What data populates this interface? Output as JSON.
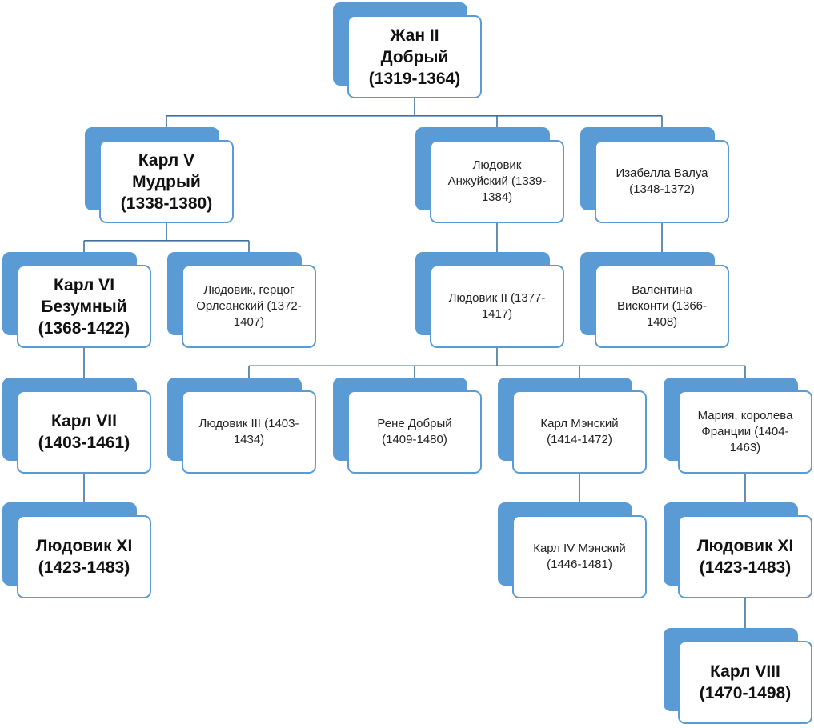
{
  "diagram": {
    "colors": {
      "box_fill": "#5b9bd5",
      "box_border": "#5b9bd5",
      "connector": "#41719c",
      "card_fill": "#ffffff"
    },
    "nodes": [
      {
        "id": "jean-ii",
        "label": "Жан II\nДобрый\n(1319-1364)",
        "style": "bold"
      },
      {
        "id": "charles-v",
        "label": "Карл V\nМудрый\n(1338-1380)",
        "style": "bold"
      },
      {
        "id": "louis-anjou",
        "label": "Людовик\nАнжуйский (1339-\n1384)",
        "style": "small"
      },
      {
        "id": "isabelle-valois",
        "label": "Изабелла Валуа\n(1348-1372)",
        "style": "small"
      },
      {
        "id": "charles-vi",
        "label": "Карл VI\nБезумный\n(1368-1422)",
        "style": "bold"
      },
      {
        "id": "louis-orleans",
        "label": "Людовик, герцог\nОрлеанский (1372-\n1407)",
        "style": "small"
      },
      {
        "id": "louis-ii",
        "label": "Людовик II (1377-\n1417)",
        "style": "small"
      },
      {
        "id": "valentina-visconti",
        "label": "Валентина\nВисконти (1366-\n1408)",
        "style": "small"
      },
      {
        "id": "charles-vii",
        "label": "Карл VII\n(1403-1461)",
        "style": "bold"
      },
      {
        "id": "louis-iii",
        "label": "Людовик III (1403-\n1434)",
        "style": "small"
      },
      {
        "id": "rene",
        "label": "Рене Добрый\n(1409-1480)",
        "style": "small"
      },
      {
        "id": "charles-maine",
        "label": "Карл Мэнский\n(1414-1472)",
        "style": "small"
      },
      {
        "id": "marie-anjou",
        "label": "Мария, королева\nФранции (1404-\n1463)",
        "style": "small"
      },
      {
        "id": "louis-xi-left",
        "label": "Людовик XI\n(1423-1483)",
        "style": "bold"
      },
      {
        "id": "charles-iv-maine",
        "label": "Карл IV Мэнский\n(1446-1481)",
        "style": "small"
      },
      {
        "id": "louis-xi-right",
        "label": "Людовик XI\n(1423-1483)",
        "style": "bold"
      },
      {
        "id": "charles-viii",
        "label": "Карл VIII\n(1470-1498)",
        "style": "bold"
      }
    ],
    "edges": [
      {
        "from": "jean-ii",
        "to": "charles-v"
      },
      {
        "from": "jean-ii",
        "to": "louis-anjou"
      },
      {
        "from": "jean-ii",
        "to": "isabelle-valois"
      },
      {
        "from": "charles-v",
        "to": "charles-vi"
      },
      {
        "from": "charles-v",
        "to": "louis-orleans"
      },
      {
        "from": "louis-anjou",
        "to": "louis-ii"
      },
      {
        "from": "isabelle-valois",
        "to": "valentina-visconti"
      },
      {
        "from": "charles-vi",
        "to": "charles-vii"
      },
      {
        "from": "louis-ii",
        "to": "louis-iii"
      },
      {
        "from": "louis-ii",
        "to": "rene"
      },
      {
        "from": "louis-ii",
        "to": "charles-maine"
      },
      {
        "from": "louis-ii",
        "to": "marie-anjou"
      },
      {
        "from": "charles-vii",
        "to": "louis-xi-left"
      },
      {
        "from": "charles-maine",
        "to": "charles-iv-maine"
      },
      {
        "from": "marie-anjou",
        "to": "louis-xi-right"
      },
      {
        "from": "louis-xi-right",
        "to": "charles-viii"
      }
    ]
  }
}
